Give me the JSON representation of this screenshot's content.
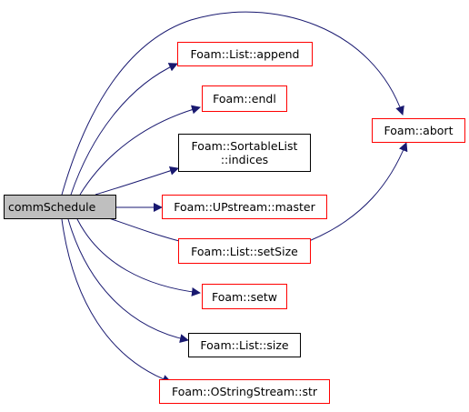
{
  "colors": {
    "edge": "#191970",
    "link_border": "#ff0000",
    "plain_border": "#000000",
    "root_fill": "#bfbfbf"
  },
  "nodes": {
    "root": {
      "label": "commSchedule"
    },
    "append": {
      "label": "Foam::List::append"
    },
    "endl": {
      "label": "Foam::endl"
    },
    "indices": {
      "line1": "Foam::SortableList",
      "line2": "::indices"
    },
    "master": {
      "label": "Foam::UPstream::master"
    },
    "setSize": {
      "label": "Foam::List::setSize"
    },
    "setw": {
      "label": "Foam::setw"
    },
    "size": {
      "label": "Foam::List::size"
    },
    "str": {
      "label": "Foam::OStringStream::str"
    },
    "abort": {
      "label": "Foam::abort"
    }
  },
  "edges": [
    {
      "from": "commSchedule",
      "to": "Foam::abort"
    },
    {
      "from": "commSchedule",
      "to": "Foam::List::append"
    },
    {
      "from": "commSchedule",
      "to": "Foam::endl"
    },
    {
      "from": "commSchedule",
      "to": "Foam::SortableList::indices"
    },
    {
      "from": "commSchedule",
      "to": "Foam::UPstream::master"
    },
    {
      "from": "commSchedule",
      "to": "Foam::List::setSize"
    },
    {
      "from": "commSchedule",
      "to": "Foam::setw"
    },
    {
      "from": "commSchedule",
      "to": "Foam::List::size"
    },
    {
      "from": "commSchedule",
      "to": "Foam::OStringStream::str"
    },
    {
      "from": "Foam::List::setSize",
      "to": "Foam::abort"
    }
  ]
}
